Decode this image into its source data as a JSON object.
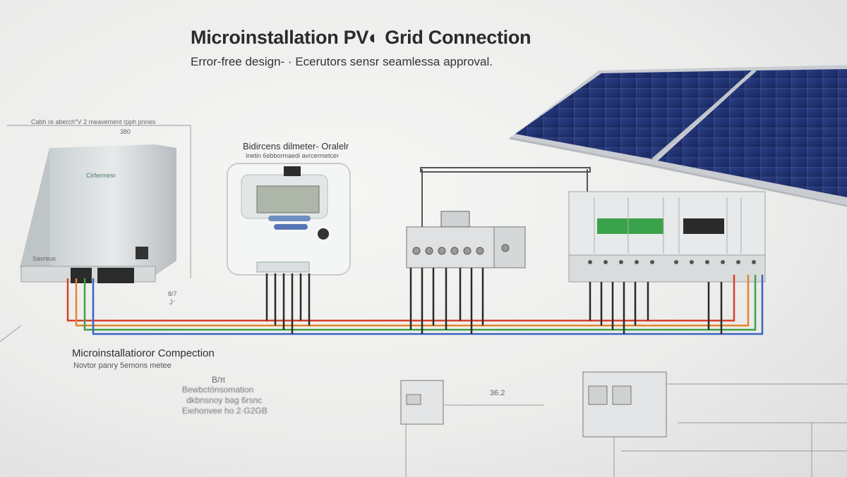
{
  "diagram": {
    "title": "Microinstallation PV◐ Grid Connection",
    "subtitle": "Error-free design- · Ecerutors sensr seamlessa approval.",
    "labels": {
      "top_left_note": "Cabh re aberch°V 2 meavement rpph pnnes",
      "top_left_dim": "380",
      "inverter_brand": "Cirfermesr",
      "inverter_tag": "Savreus",
      "meter_title": "Bidircens dilmeter- Oralelr",
      "meter_sub": "Inetin 6ebbormaedi avrcermetcer",
      "small_mark_a": "8/7",
      "small_mark_b": "J⁻",
      "connection_title": "Microinstallatioror Compection",
      "connection_sub": "Novtor panry 5emons metee",
      "mid_mark": "B/π",
      "blur_line_1": "Bewbctönsomation",
      "blur_line_2": "dkbnsnoy bag 6rsnc",
      "blur_line_3": "Eiehonvee ho 2·G2GB",
      "dim_362": "36.2"
    },
    "colors": {
      "wire_red": "#d8402c",
      "wire_orange": "#e2862a",
      "wire_green": "#3fa04a",
      "wire_blue": "#3a63c2",
      "wire_black": "#2a2a2a",
      "panel_blue": "#1e3170",
      "breaker_green": "#3aa24a"
    },
    "icons": {
      "inverter": "inverter-box-icon",
      "meter": "bidirectional-meter-icon",
      "terminal_block": "terminal-block-icon",
      "breaker_panel": "circuit-breaker-panel-icon",
      "solar_panel": "solar-panel-icon"
    }
  }
}
